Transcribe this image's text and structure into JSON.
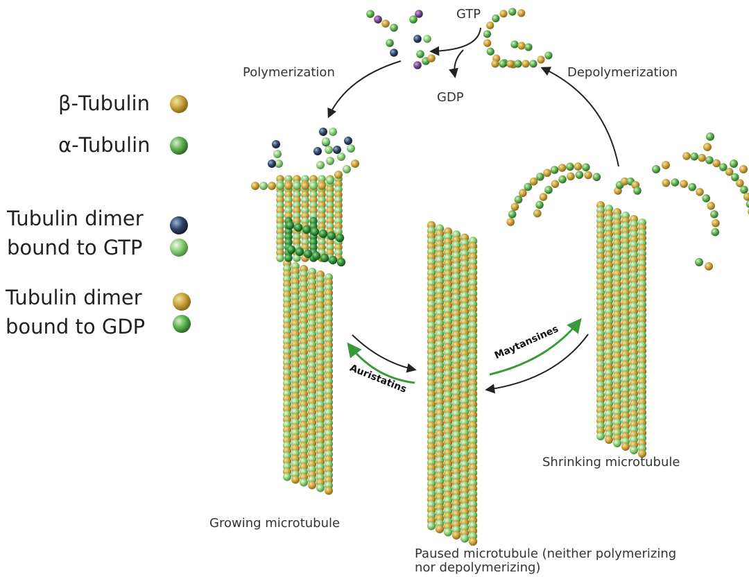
{
  "legend": {
    "beta": "β-Tubulin",
    "alpha": "α-Tubulin",
    "gtp_line1": "Tubulin dimer",
    "gtp_line2": "bound to GTP",
    "gdp_line1": "Tubulin dimer",
    "gdp_line2": "bound to GDP"
  },
  "cycle": {
    "gtp": "GTP",
    "gdp": "GDP",
    "polymerization": "Polymerization",
    "depolymerization": "Depolymerization"
  },
  "states": {
    "growing": "Growing microtubule",
    "shrinking": "Shrinking microtubule",
    "paused_line1": "Paused microtubule (neither polymerizing",
    "paused_line2": "nor depolymerizing)"
  },
  "drugs": {
    "auristatins": "Auristatins",
    "maytansines": "Maytansines"
  },
  "colors": {
    "beta_tubulin": "#c9a33a",
    "alpha_tubulin": "#5fb04f",
    "gtp_tubulin": "#2f4468",
    "dark_alpha": "#2f8f3a",
    "gtp_alpha": "#8ccd78",
    "drug_arrow": "#3a9a3a"
  }
}
